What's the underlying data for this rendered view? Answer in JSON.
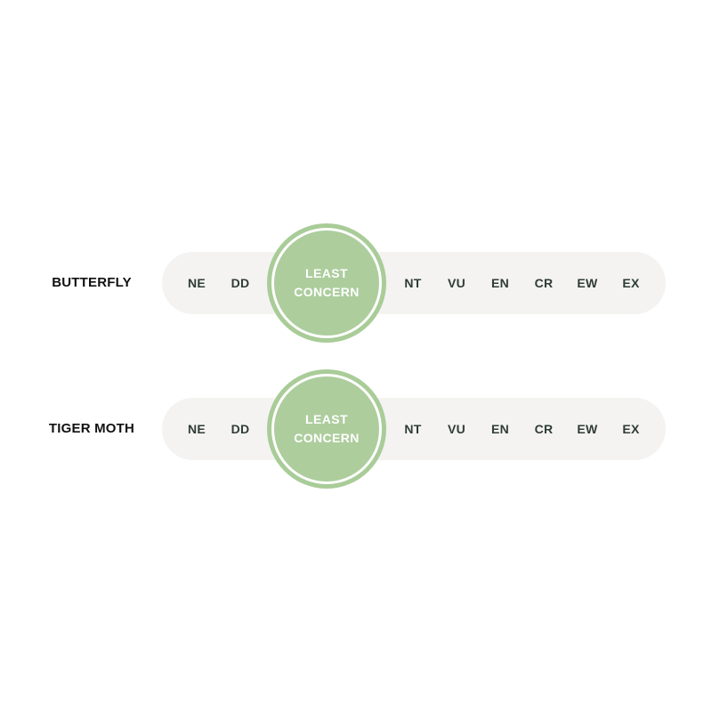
{
  "rows": [
    {
      "species": "BUTTERFLY",
      "categories": [
        "NE",
        "DD",
        "NT",
        "VU",
        "EN",
        "CR",
        "EW",
        "EX"
      ],
      "active": {
        "line1": "LEAST",
        "line2": "CONCERN"
      }
    },
    {
      "species": "TIGER MOTH",
      "categories": [
        "NE",
        "DD",
        "NT",
        "VU",
        "EN",
        "CR",
        "EW",
        "EX"
      ],
      "active": {
        "line1": "LEAST",
        "line2": "CONCERN"
      }
    }
  ],
  "colors": {
    "track": "#f4f3f1",
    "active": "#adcd9d",
    "category_text": "#2f3d34",
    "label_text": "#111111"
  }
}
